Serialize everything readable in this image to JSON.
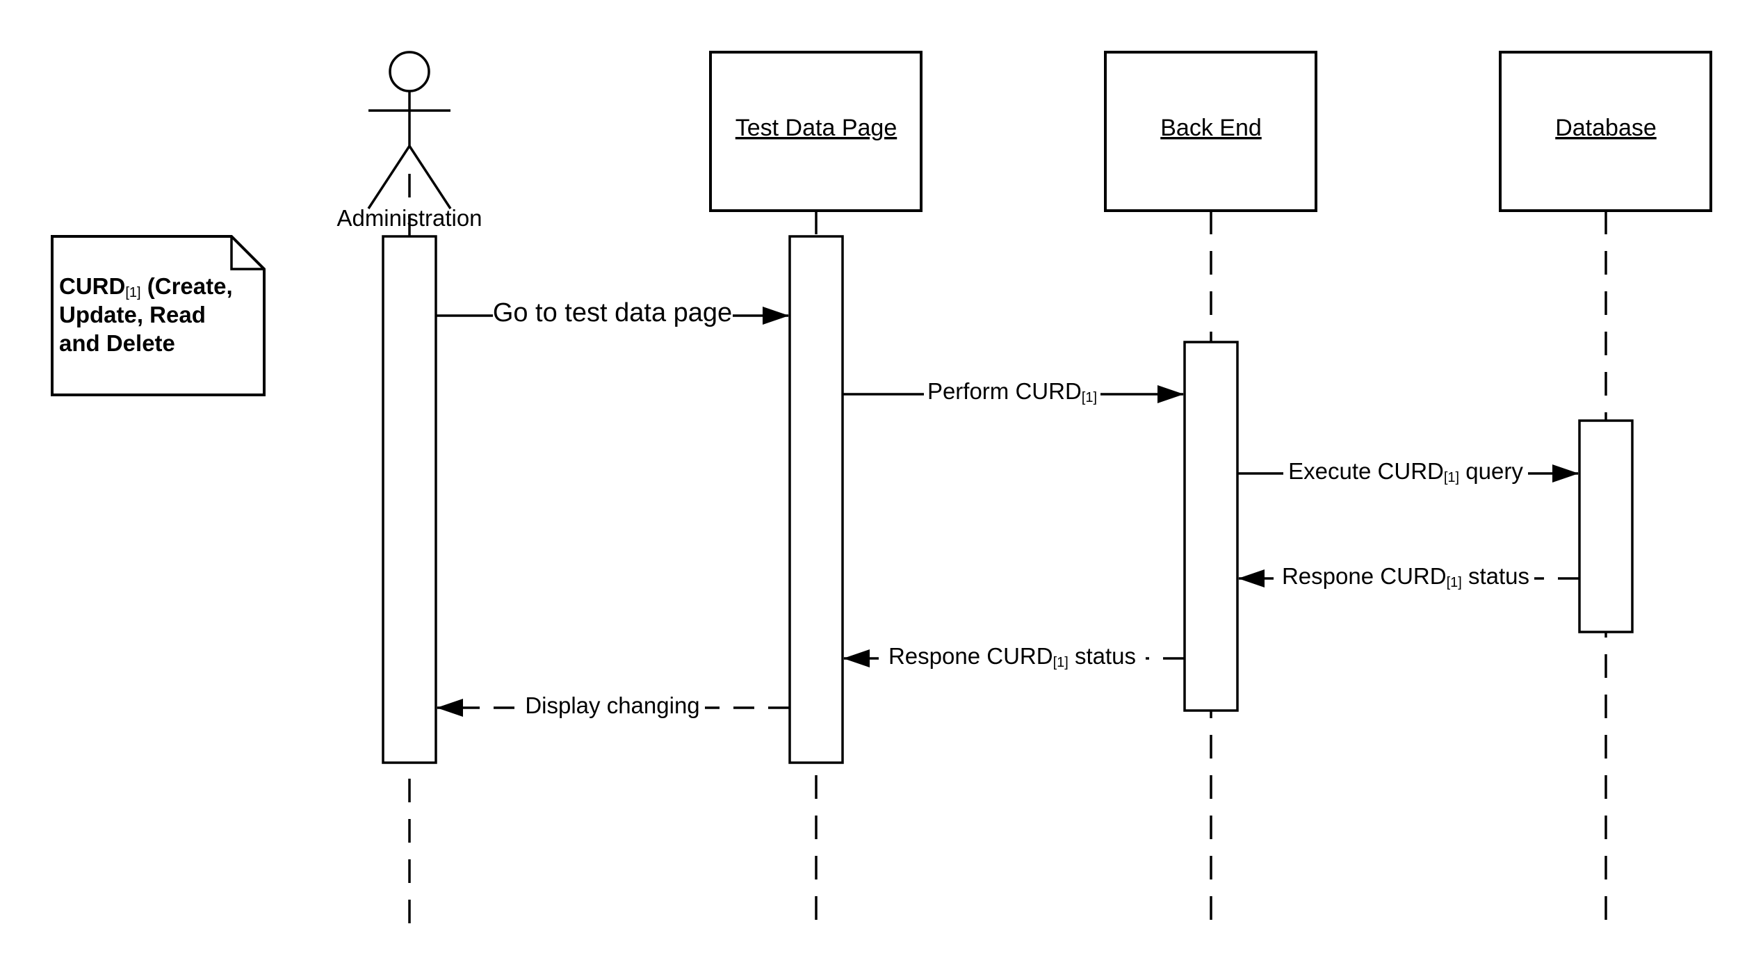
{
  "note": {
    "lines": [
      {
        "text": "CURD",
        "sub": "[1]",
        "rest": " (Create,"
      },
      {
        "text": "Update, Read"
      },
      {
        "text": "and Delete"
      }
    ]
  },
  "participants": {
    "administration": {
      "label": "Administration",
      "kind": "actor"
    },
    "test_data_page": {
      "label": "Test Data Page",
      "kind": "object"
    },
    "back_end": {
      "label": "Back End",
      "kind": "object"
    },
    "database": {
      "label": "Database",
      "kind": "object"
    }
  },
  "messages": [
    {
      "id": "m1",
      "from": "Administration",
      "to": "Test Data Page",
      "type": "sync",
      "text": "Go to test data page",
      "sub": "",
      "rest": ""
    },
    {
      "id": "m2",
      "from": "Test Data Page",
      "to": "Back End",
      "type": "sync",
      "text": "Perform CURD",
      "sub": "[1]",
      "rest": ""
    },
    {
      "id": "m3",
      "from": "Back End",
      "to": "Database",
      "type": "sync",
      "text": "Execute CURD",
      "sub": "[1]",
      "rest": " query"
    },
    {
      "id": "m4",
      "from": "Database",
      "to": "Back End",
      "type": "return",
      "text": "Respone CURD",
      "sub": "[1]",
      "rest": " status"
    },
    {
      "id": "m5",
      "from": "Back End",
      "to": "Test Data Page",
      "type": "return",
      "text": "Respone CURD",
      "sub": "[1]",
      "rest": " status"
    },
    {
      "id": "m6",
      "from": "Test Data Page",
      "to": "Administration",
      "type": "return",
      "text": "Display changing",
      "sub": "",
      "rest": ""
    }
  ]
}
